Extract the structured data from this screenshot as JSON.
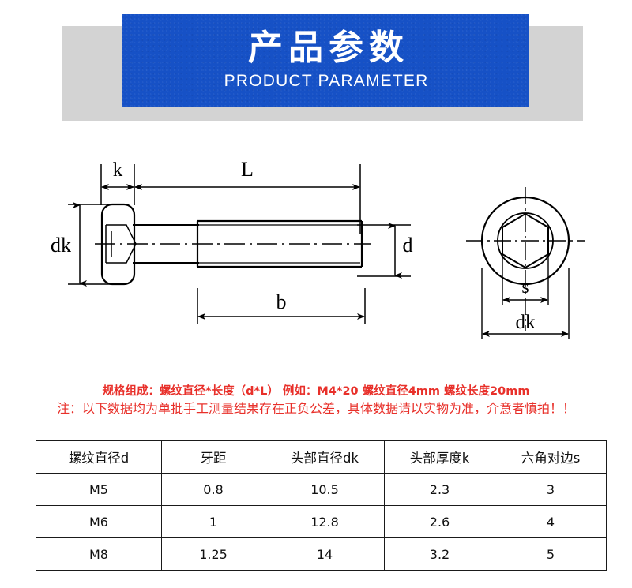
{
  "header": {
    "title_cn": "产品参数",
    "title_en": "PRODUCT PARAMETER",
    "blue_color": "#1651c6",
    "band_color": "#d3d3d3"
  },
  "diagram": {
    "labels": {
      "k": "k",
      "L": "L",
      "b": "b",
      "d": "d",
      "dk_side": "dk",
      "s": "s",
      "dk_end": "dk"
    }
  },
  "notes": {
    "color": "#e8302a",
    "line1": "规格组成：螺纹直径*长度（d*L） 例如：M4*20 螺纹直径4mm 螺纹长度20mm",
    "line2": "注：以下数据均为单批手工测量结果存在正负公差，具体数据请以实物为准，介意者慎拍！！"
  },
  "table": {
    "headers": [
      "螺纹直径d",
      "牙距",
      "头部直径dk",
      "头部厚度k",
      "六角对边s"
    ],
    "rows": [
      [
        "M5",
        "0.8",
        "10.5",
        "2.3",
        "3"
      ],
      [
        "M6",
        "1",
        "12.8",
        "2.6",
        "4"
      ],
      [
        "M8",
        "1.25",
        "14",
        "3.2",
        "5"
      ]
    ]
  }
}
